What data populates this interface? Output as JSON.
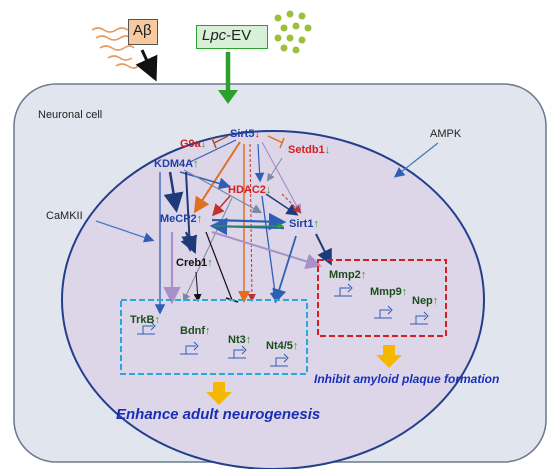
{
  "top": {
    "abeta_label": "Aβ",
    "lpc_label_italic": "Lpc",
    "lpc_label_rest": "-EV"
  },
  "cell": {
    "neuronal_label": "Neuronal cell",
    "ampk_label": "AMPK",
    "camkii_label": "CaMKII"
  },
  "genes": {
    "sirt5": {
      "name": "Sirt5",
      "arrow": "↓"
    },
    "g9a": {
      "name": "G9a",
      "arrow": "↓"
    },
    "setdb1": {
      "name": "Setdb1",
      "arrow": "↓"
    },
    "kdm4a": {
      "name": "KDM4A",
      "arrow": "↑"
    },
    "hdac2": {
      "name": "HDAC2",
      "arrow": "↓"
    },
    "mecp2": {
      "name": "MeCP2",
      "arrow": "↑"
    },
    "sirt1": {
      "name": "Sirt1",
      "arrow": "↑"
    },
    "creb1": {
      "name": "Creb1",
      "arrow": "↑"
    },
    "mmp2": {
      "name": "Mmp2",
      "arrow": "↑"
    },
    "mmp9": {
      "name": "Mmp9",
      "arrow": "↑"
    },
    "nep": {
      "name": "Nep",
      "arrow": "↑"
    },
    "trkb": {
      "name": "TrkB",
      "arrow": "↑"
    },
    "bdnf": {
      "name": "Bdnf",
      "arrow": "↑"
    },
    "nt3": {
      "name": "Nt3",
      "arrow": "↑"
    },
    "nt45": {
      "name": "Nt4/5",
      "arrow": "↑"
    }
  },
  "outcomes": {
    "plaque": "Inhibit amyloid plaque formation",
    "neurogenesis": "Enhance adult neurogenesis"
  },
  "colors": {
    "cell_fill": "#e1e6ee",
    "nucleus_fill": "#ddd6e8",
    "nucleus_stroke": "#243e8c",
    "lpc_green": "#2ca02c",
    "abeta_box": "#f6c9a0",
    "plaque_box": "#d42020",
    "neuro_box": "#2aa6d8",
    "outcome_arrow": "#f5b800"
  }
}
